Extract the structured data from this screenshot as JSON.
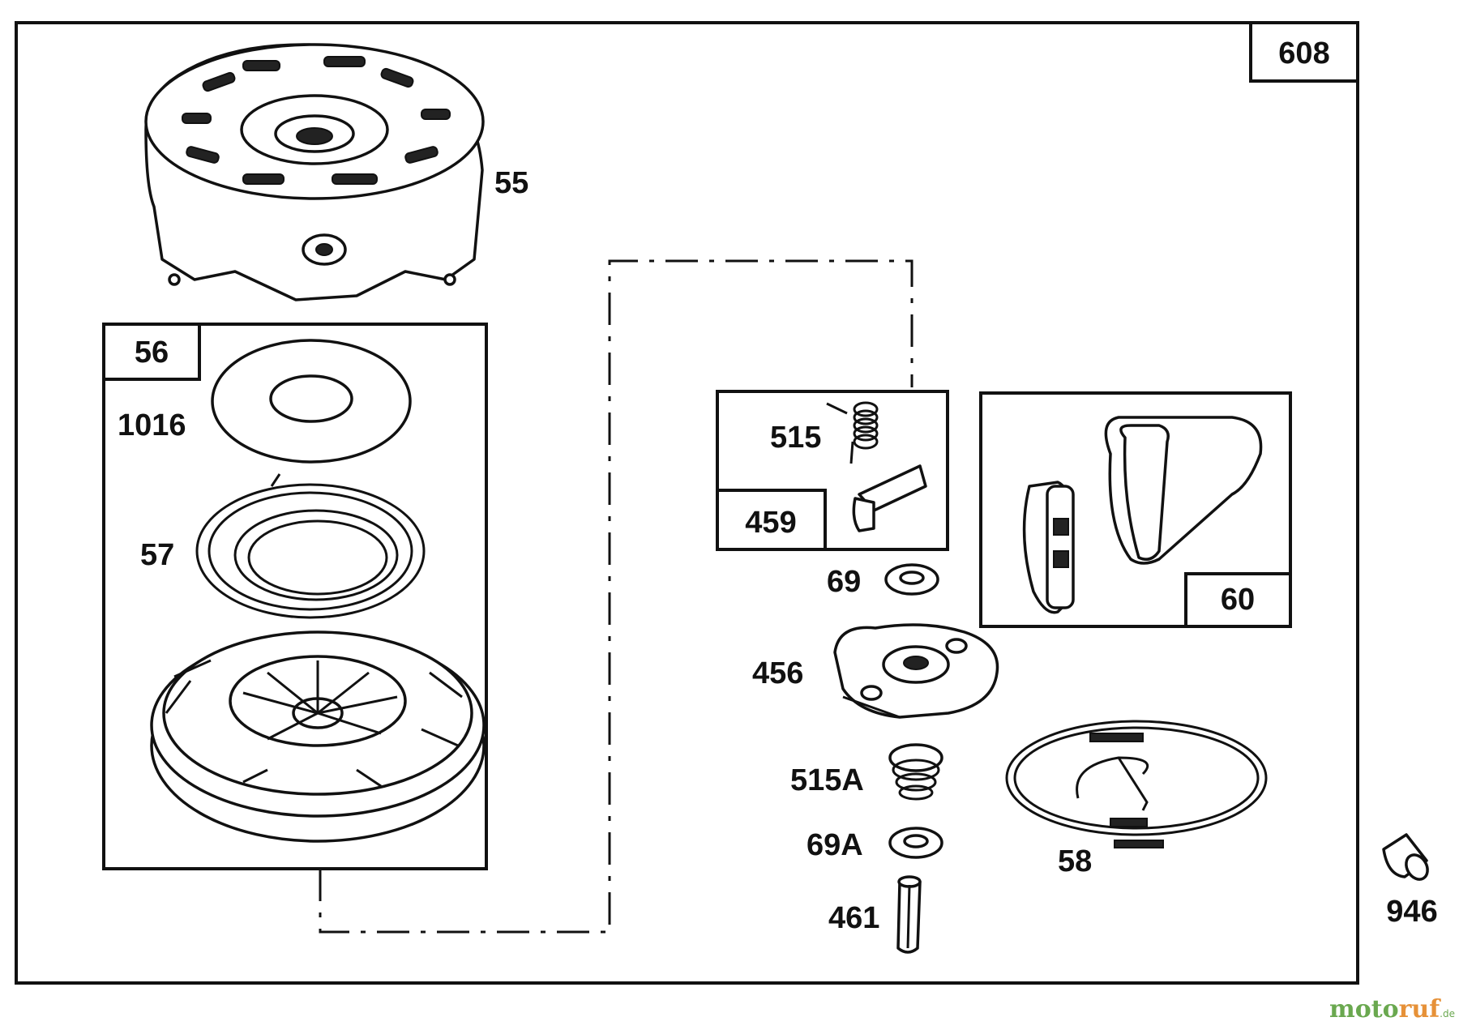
{
  "diagram": {
    "assembly_label": "608",
    "parts": {
      "p55": "55",
      "p56": "56",
      "p1016": "1016",
      "p57": "57",
      "p515": "515",
      "p459": "459",
      "p60": "60",
      "p69": "69",
      "p456": "456",
      "p515A": "515A",
      "p69A": "69A",
      "p461": "461",
      "p58": "58",
      "p946": "946"
    }
  },
  "watermark": {
    "part1": "moto",
    "part2": "ruf",
    "suffix": ".de"
  }
}
